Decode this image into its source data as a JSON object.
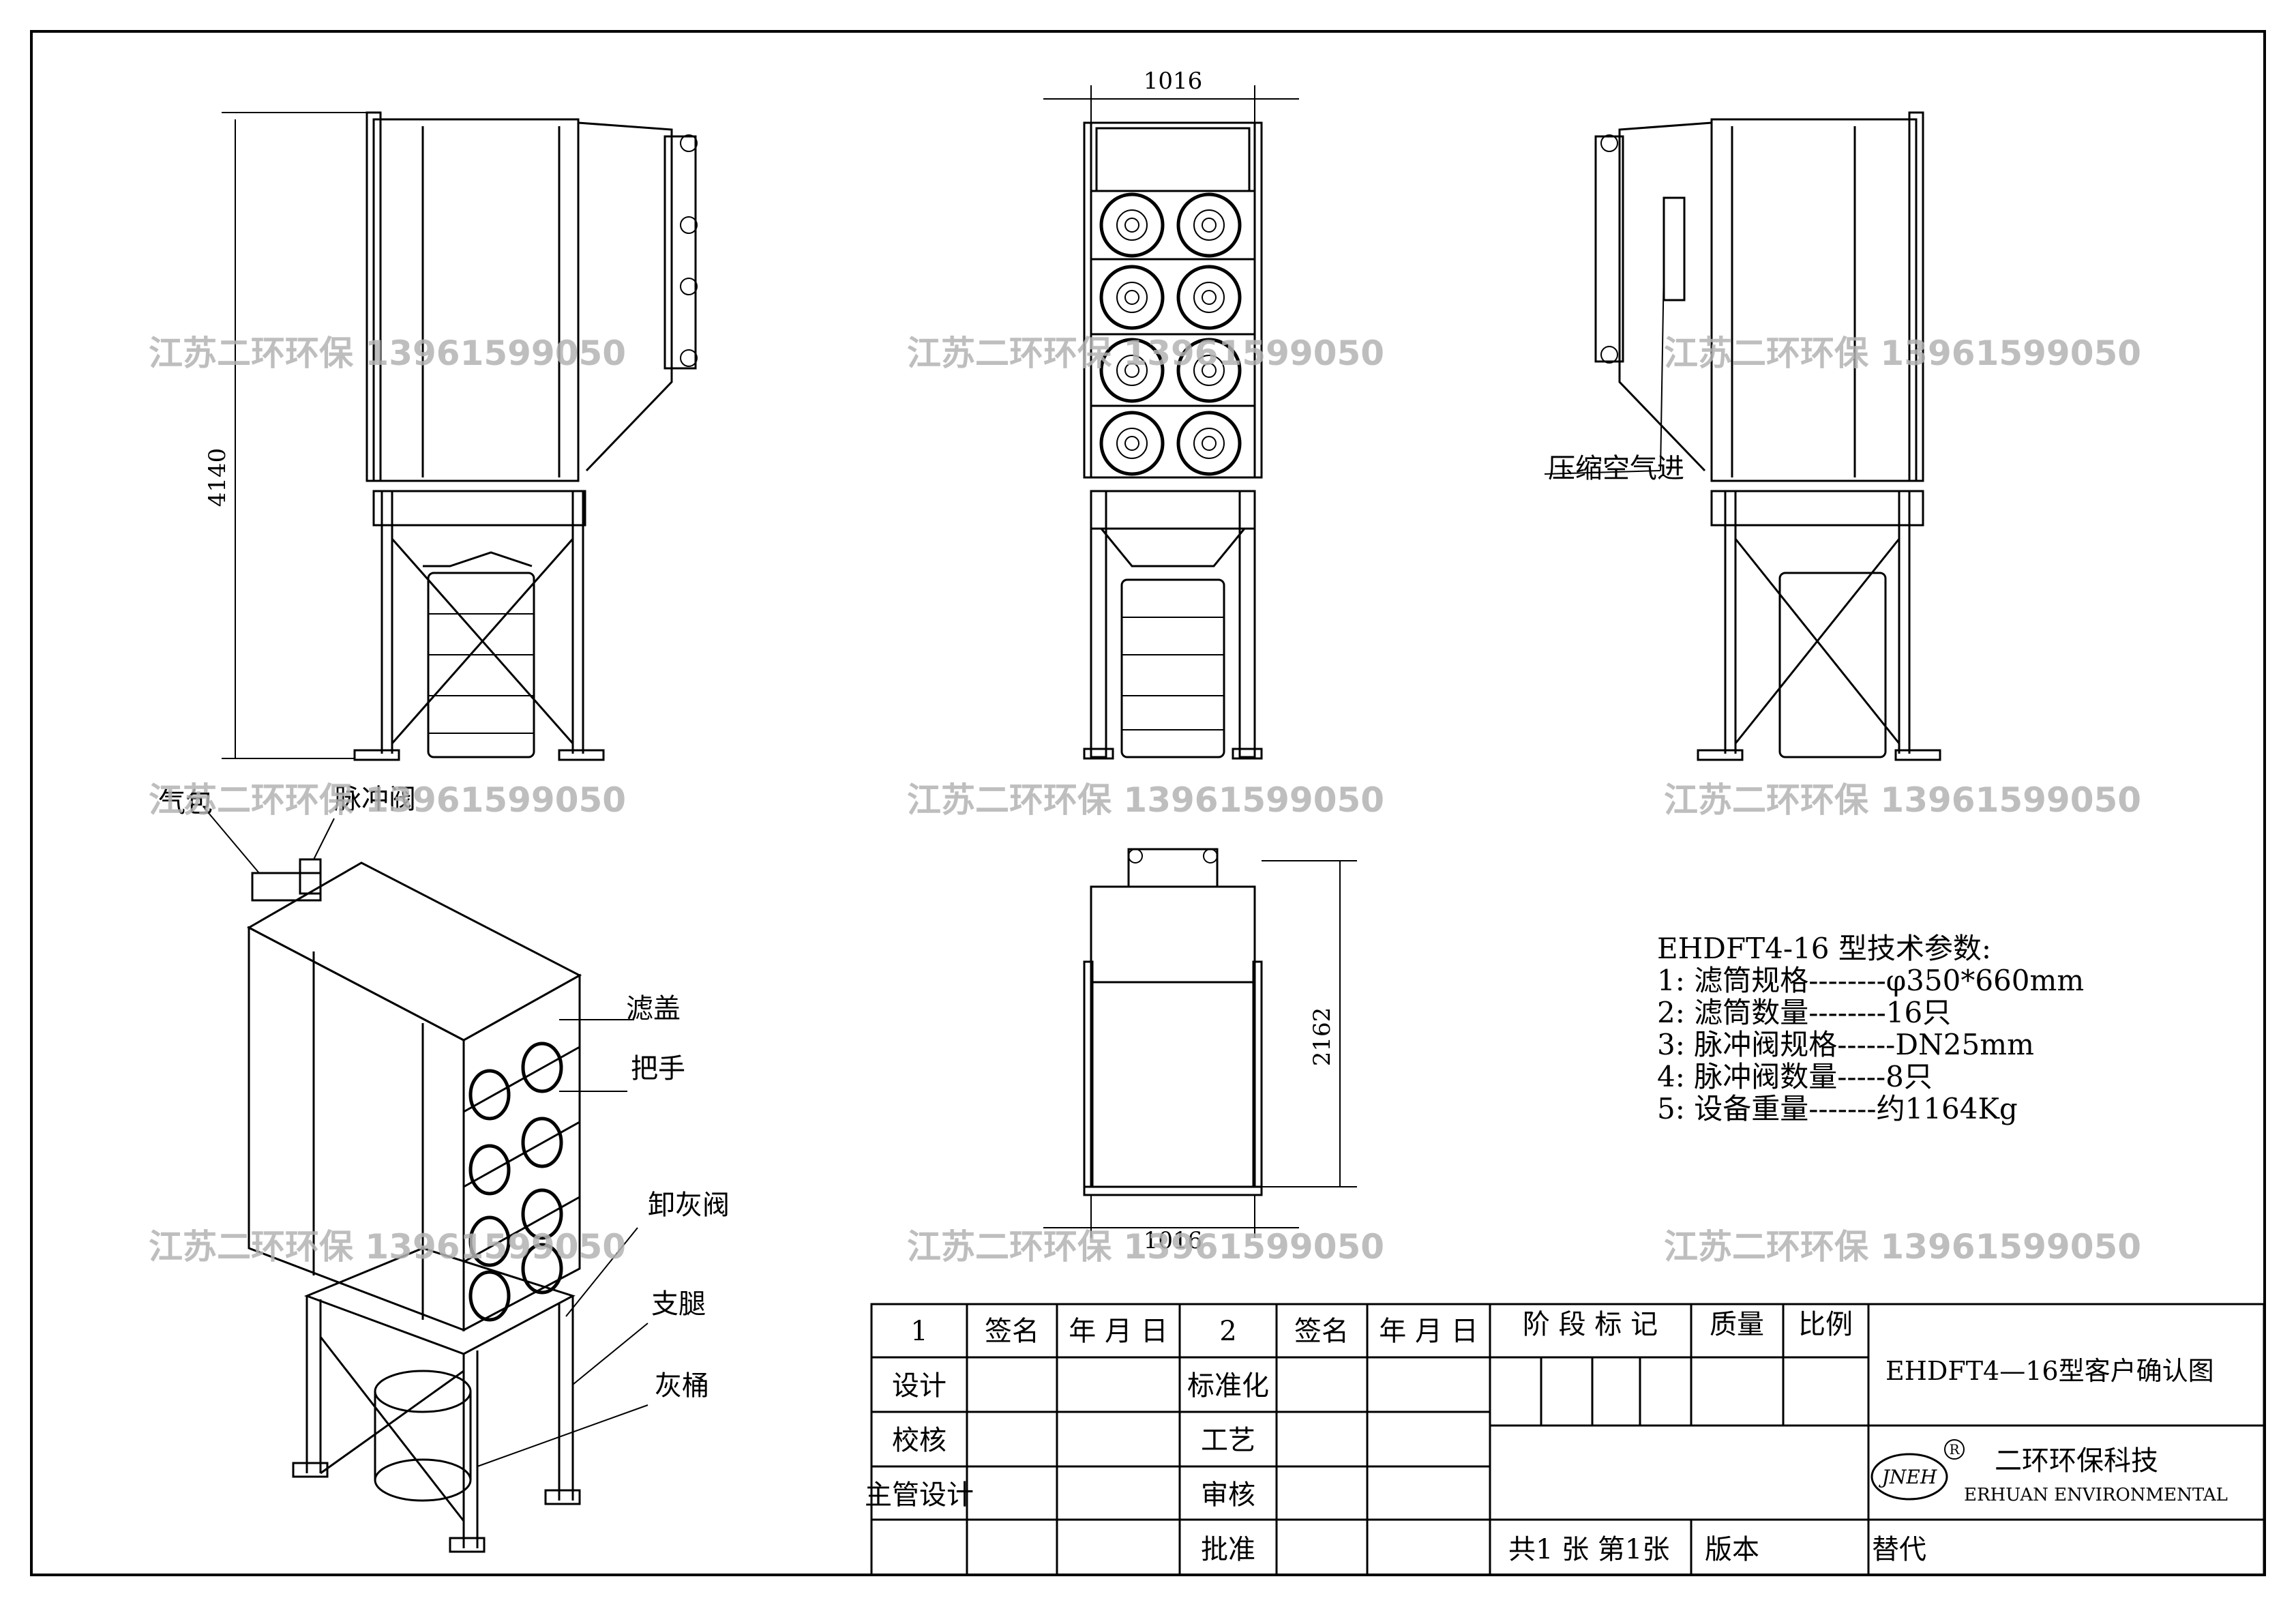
{
  "drawing": {
    "title": "EHDFT4—16型客户确认图",
    "company_cn": "二环环保科技",
    "company_en": "ERHUAN ENVIRONMENTAL",
    "logo_text": "JNEH",
    "registered_mark": "R",
    "watermark": "江苏二环环保 13961599050"
  },
  "dimensions": {
    "front_height": "4140",
    "front_width": "1016",
    "top_depth": "2162",
    "top_width": "1016"
  },
  "labels": {
    "compressed_air": "压缩空气进",
    "air_tank": "气包",
    "pulse_valve": "脉冲阀",
    "filter_cover": "滤盖",
    "handle": "把手",
    "discharge_valve": "卸灰阀",
    "leg": "支腿",
    "ash_bucket": "灰桶"
  },
  "specs": {
    "heading": "EHDFT4-16 型技术参数:",
    "lines": [
      "1:  滤筒规格--------φ350*660mm",
      "2:  滤筒数量--------16只",
      "3:  脉冲阀规格------DN25mm",
      "4:  脉冲阀数量-----8只",
      "5:  设备重量-------约1164Kg"
    ]
  },
  "title_block": {
    "col1": "1",
    "sign1": "签名",
    "date1": "年 月 日",
    "col2": "2",
    "sign2": "签名",
    "date2": "年 月 日",
    "stage": "阶 段 标 记",
    "weight": "质量",
    "scale": "比例",
    "design": "设计",
    "check": "校核",
    "chief": "主管设计",
    "standard": "标准化",
    "process": "工艺",
    "review": "审核",
    "approve": "批准",
    "sheets": "共1 张   第1张",
    "version": "版本",
    "replace": "替代"
  }
}
